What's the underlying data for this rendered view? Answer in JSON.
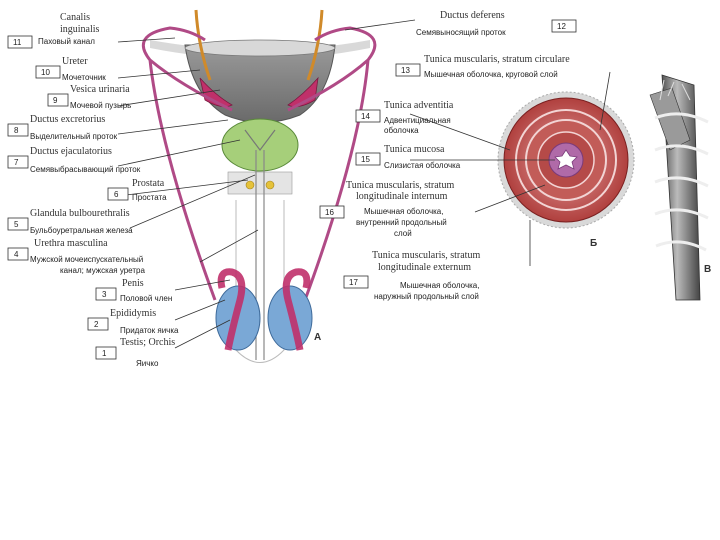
{
  "left_labels": [
    {
      "num": "11",
      "latin": [
        "Canalis",
        "inguinalis"
      ],
      "russian": [
        "Паховый канал"
      ]
    },
    {
      "num": "10",
      "latin": [
        "Ureter"
      ],
      "russian": [
        "Мочеточник"
      ]
    },
    {
      "num": "9",
      "latin": [
        "Vesica urinaria"
      ],
      "russian": [
        "Мочевой пузырь"
      ]
    },
    {
      "num": "8",
      "latin": [
        "Ductus excretorius"
      ],
      "russian": [
        "Выделительный проток"
      ]
    },
    {
      "num": "7",
      "latin": [
        "Ductus ejaculatorius"
      ],
      "russian": [
        "Семявыбрасывающий проток"
      ]
    },
    {
      "num": "6",
      "latin": [
        "Prostata"
      ],
      "russian": [
        "Простата"
      ]
    },
    {
      "num": "5",
      "latin": [
        "Glandula bulbourethralis"
      ],
      "russian": [
        "Бульбоуретральная железа"
      ]
    },
    {
      "num": "4",
      "latin": [
        "Urethra masculina"
      ],
      "russian": [
        "Мужской мочеиспускательный",
        "канал; мужская уретра"
      ]
    },
    {
      "num": "3",
      "latin": [
        "Penis"
      ],
      "russian": [
        "Половой член"
      ]
    },
    {
      "num": "2",
      "latin": [
        "Epididymis"
      ],
      "russian": [
        "Придаток яичка"
      ]
    },
    {
      "num": "1",
      "latin": [
        "Testis; Orchis"
      ],
      "russian": [
        "Яичко"
      ]
    }
  ],
  "right_labels": [
    {
      "num": "12",
      "latin": [
        "Ductus deferens"
      ],
      "russian": [
        "Семявыносящий проток"
      ]
    },
    {
      "num": "13",
      "latin": [
        "Tunica muscularis, stratum circulare"
      ],
      "russian": [
        "Мышечная оболочка, круговой слой"
      ]
    },
    {
      "num": "14",
      "latin": [
        "Tunica adventitia"
      ],
      "russian": [
        "Адвентициальная",
        "оболочка"
      ]
    },
    {
      "num": "15",
      "latin": [
        "Tunica mucosa"
      ],
      "russian": [
        "Слизистая оболочка"
      ]
    },
    {
      "num": "16",
      "latin": [
        "Tunica muscularis, stratum",
        "longitudinale internum"
      ],
      "russian": [
        "Мышечная оболочка,",
        "внутренний продольный",
        "слой"
      ]
    },
    {
      "num": "17",
      "latin": [
        "Tunica muscularis, stratum",
        "longitudinale externum"
      ],
      "russian": [
        "Мышечная оболочка,",
        "наружный продольный слой"
      ]
    }
  ],
  "panels": {
    "a": "А",
    "b": "Б",
    "c": "В"
  },
  "colors": {
    "bladder": "#8a8a8a",
    "prostate": "#a6cf7a",
    "testis": "#7aa8d6",
    "epididymis": "#c0306a",
    "duct": "#b04a86",
    "ureter": "#d08a2a",
    "muscle": "#c85a55"
  }
}
